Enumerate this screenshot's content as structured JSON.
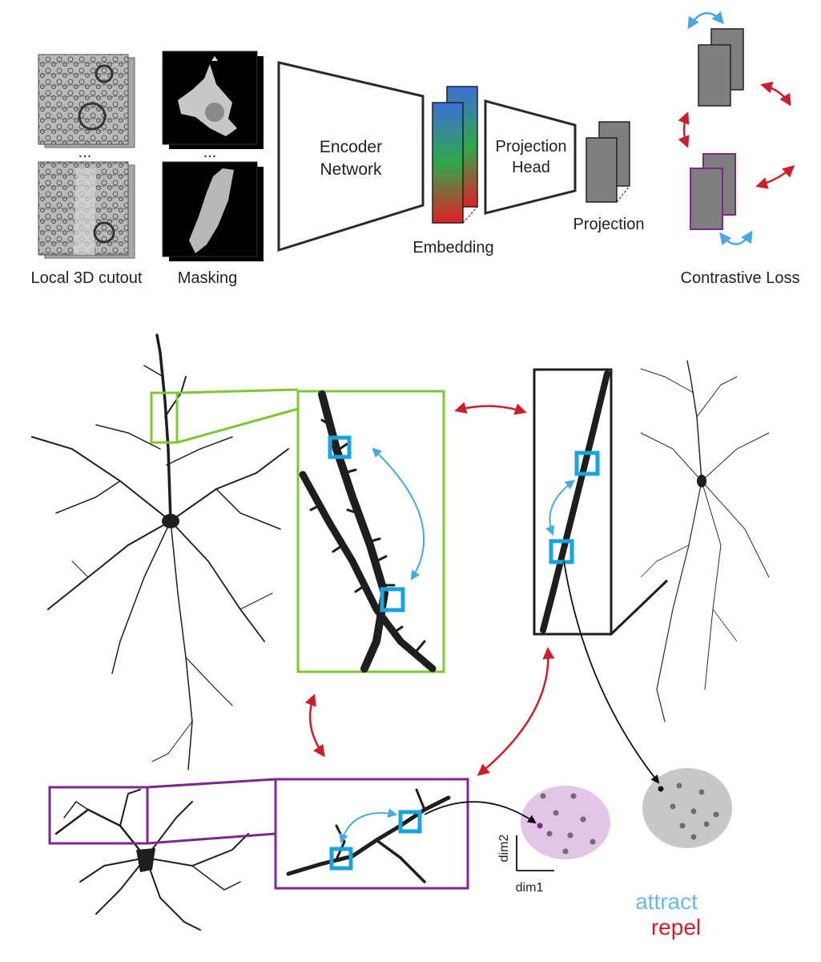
{
  "pipeline": {
    "cutout_label": "Local 3D cutout",
    "masking_label": "Masking",
    "encoder_line1": "Encoder",
    "encoder_line2": "Network",
    "embedding_label": "Embedding",
    "projection_head_line1": "Projection",
    "projection_head_line2": "Head",
    "projection_label": "Projection",
    "contrastive_loss_label": "Contrastive Loss",
    "ellipsis": "..."
  },
  "scatter": {
    "dim1_label": "dim1",
    "dim2_label": "dim2"
  },
  "legend": {
    "attract_label": "attract",
    "repel_label": "repel"
  },
  "colors": {
    "attract": "#4aa8e0",
    "repel": "#c8202e",
    "green_box": "#7cc832",
    "purple_box": "#7a2a8a",
    "cyan_box": "#1aa3dc",
    "neuron": "#1e1e1e",
    "purple_cluster": "#e1c6e6",
    "gray_cluster": "#c8c8c8",
    "proj_card": "#7f7f7f"
  }
}
